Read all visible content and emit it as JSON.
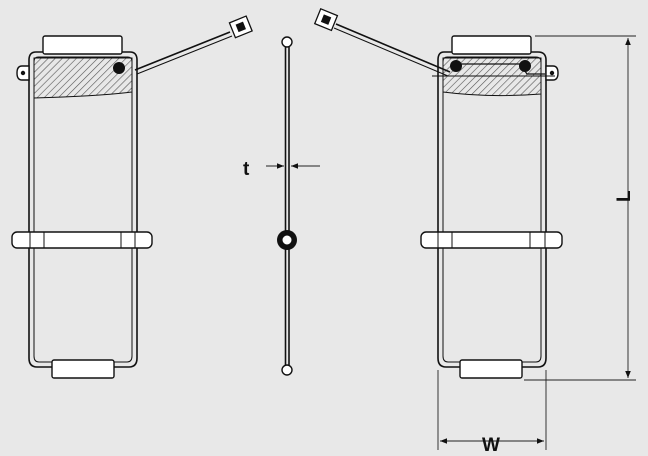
{
  "diagram": {
    "labels": {
      "thickness": "t",
      "length": "L",
      "width": "W"
    },
    "colors": {
      "background": "#e8e8e8",
      "line": "#111111",
      "hatch": "#555555",
      "part_fill": "#ffffff"
    }
  }
}
